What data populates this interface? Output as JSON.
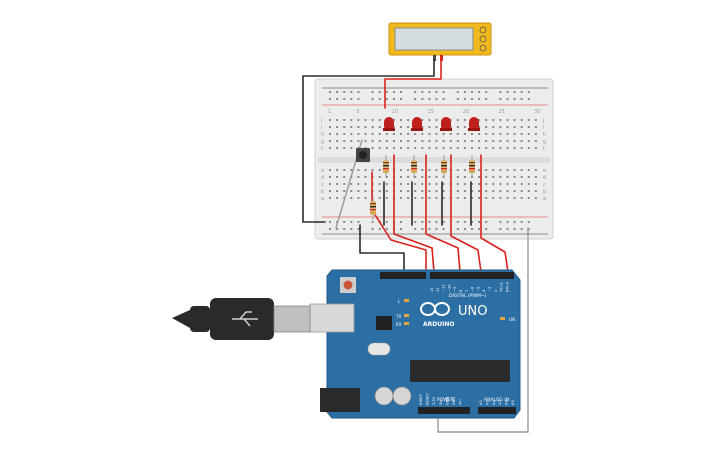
{
  "board": {
    "brand": "ARDUINO",
    "model": "UNO",
    "digital_header_label": "DIGITAL (PWM~)",
    "power_header_label": "POWER",
    "analog_header_label": "ANALOG IN",
    "on_led_label": "ON",
    "l_led_label": "L",
    "tx_label": "TX",
    "rx_label": "RX",
    "aref_label": "AREF",
    "gnd_label": "GND",
    "digital_pins": [
      "13",
      "12",
      "~11",
      "~10",
      "~9",
      "8",
      "7",
      "~6",
      "~5",
      "4",
      "~3",
      "2",
      "TX→1",
      "RX←0"
    ],
    "power_pins": [
      "IOREF",
      "RESET",
      "3.3V",
      "5V",
      "GND",
      "GND",
      "Vin"
    ],
    "analog_pins": [
      "A0",
      "A1",
      "A2",
      "A3",
      "A4",
      "A5"
    ]
  },
  "breadboard": {
    "column_numbers_top": [
      "1",
      "",
      "",
      "",
      "5",
      "",
      "",
      "",
      "",
      "10",
      "",
      "",
      "",
      "",
      "15",
      "",
      "",
      "",
      "",
      "20",
      "",
      "",
      "",
      "",
      "25",
      "",
      "",
      "",
      "",
      "30"
    ],
    "row_letters": [
      "a",
      "b",
      "c",
      "d",
      "e",
      "f",
      "g",
      "h",
      "i",
      "j"
    ]
  },
  "components": {
    "leds": [
      "LED 1",
      "LED 2",
      "LED 3",
      "LED 4"
    ],
    "resistors": [
      "R1",
      "R2",
      "R3",
      "R4",
      "R5"
    ],
    "pushbutton": "Pushbutton",
    "display": "LCD"
  },
  "colors": {
    "board": "#2c6fa5",
    "board_dark": "#1f5787",
    "wire_red": "#d9231d",
    "wire_black": "#2b2b2b",
    "wire_gray": "#9a9a9a",
    "led_red": "#c0201c",
    "breadboard": "#ececec",
    "display_frame": "#f2b91d",
    "display_screen": "#d6dde0"
  }
}
